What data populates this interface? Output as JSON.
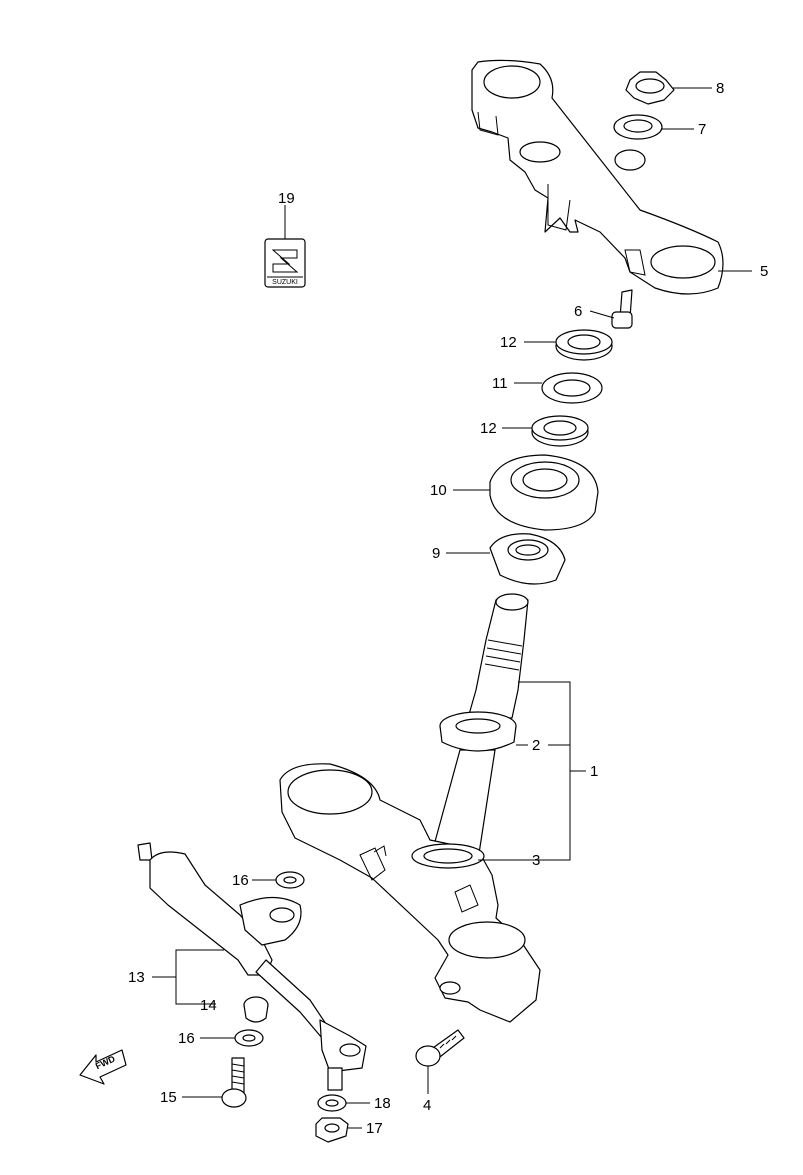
{
  "callouts": {
    "c1": "1",
    "c2": "2",
    "c3": "3",
    "c4": "4",
    "c5": "5",
    "c6": "6",
    "c7": "7",
    "c8": "8",
    "c9": "9",
    "c10": "10",
    "c11": "11",
    "c12a": "12",
    "c12b": "12",
    "c13": "13",
    "c14": "14",
    "c15": "15",
    "c16a": "16",
    "c16b": "16",
    "c17": "17",
    "c18": "18",
    "c19": "19"
  },
  "emblem": {
    "brand_text": "SUZUKI"
  },
  "direction_arrow": {
    "label": "FWD"
  }
}
